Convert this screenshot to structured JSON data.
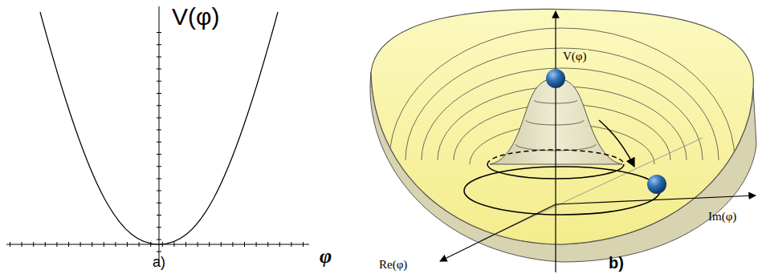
{
  "diagram": {
    "labels": [
      "V(φ)",
      "φ",
      "a)",
      "V(φ)",
      "Im(φ)",
      "Re(φ)",
      "b)"
    ]
  }
}
